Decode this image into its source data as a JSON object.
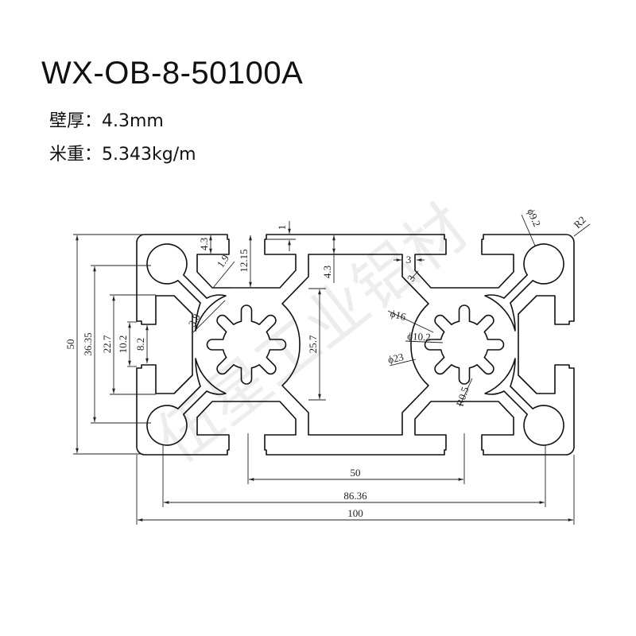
{
  "title": "WX-OB-8-50100A",
  "specs": [
    {
      "label": "壁厚：",
      "value": "4.3mm"
    },
    {
      "label": "米重：",
      "value": "5.343kg/m"
    }
  ],
  "watermark": "伍星工业铝材",
  "dims": {
    "overall_width": "100",
    "hole_pitch": "86.36",
    "slot_pitch": "50",
    "overall_height": "50",
    "hole_pitch_v": "36.35",
    "slot_inner": "22.7",
    "slot_lip": "10.2",
    "slot_opening": "8.2",
    "wall_top": "4.3",
    "slot_depth": "12.15",
    "rib": "1.9",
    "lip_step": "1",
    "wall_top_2": "4.3",
    "claw": "3.8",
    "cavity_height": "25.7",
    "web_width": "3",
    "web_diag": "3",
    "d16": "ϕ16",
    "d10_2": "ϕ10.2",
    "d23": "ϕ23",
    "r0_5": "R0.5",
    "d9_2": "ϕ9.2",
    "r2": "R2"
  }
}
